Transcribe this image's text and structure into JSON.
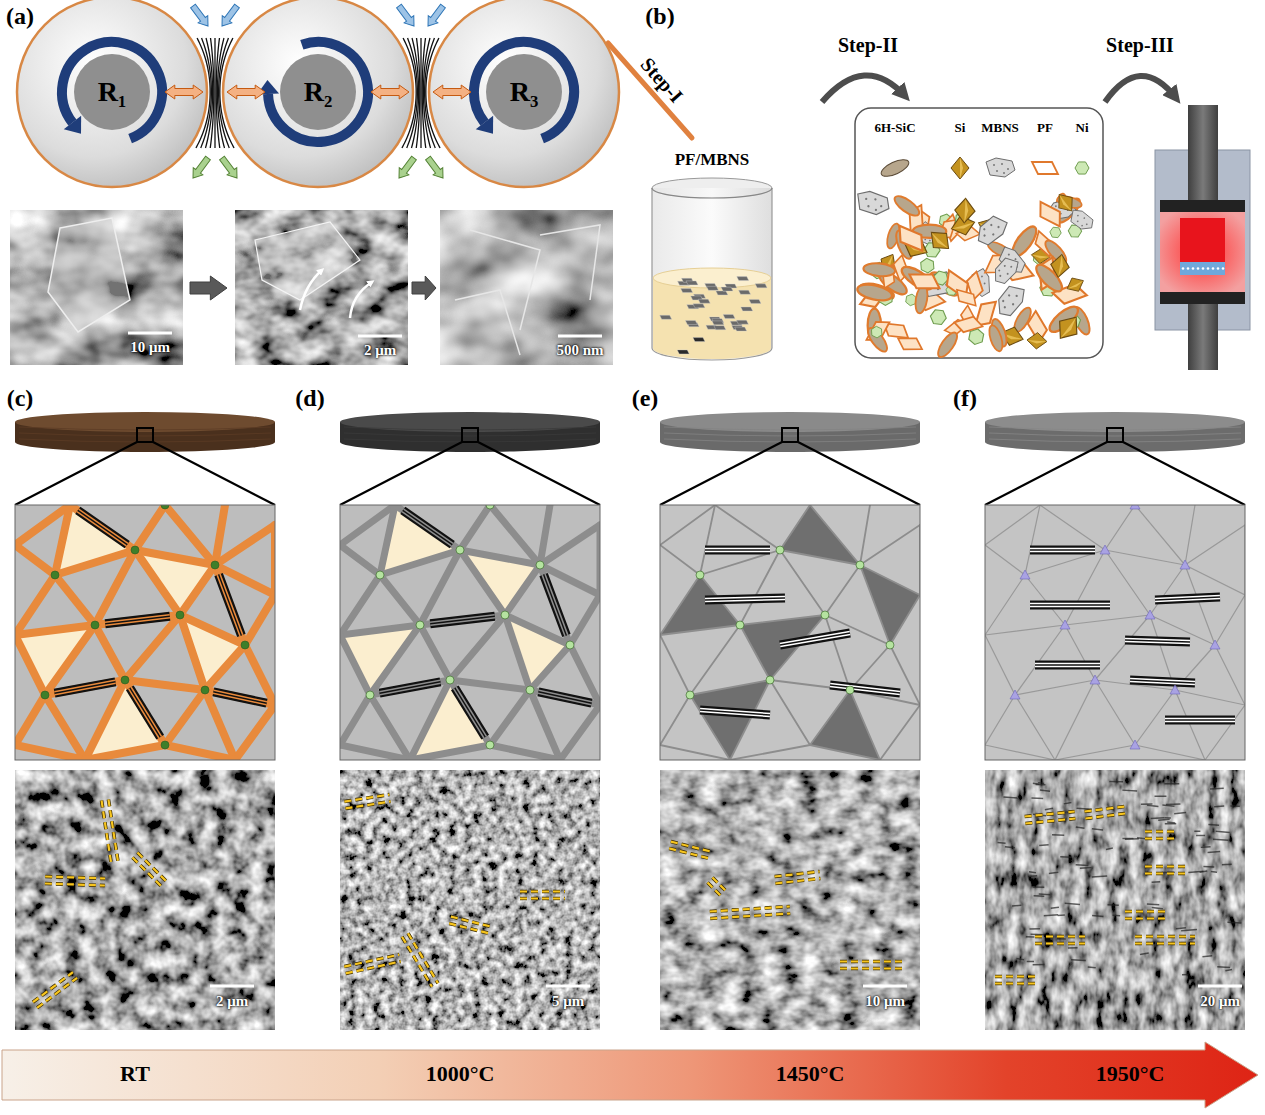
{
  "diagram": {
    "nodes": [
      {
        "text": [
          "R₁"
        ]
      },
      {
        "text": [
          "R₂"
        ]
      },
      {
        "text": [
          "R₃"
        ]
      },
      {
        "text": [
          "PF/MBNS"
        ]
      },
      {
        "text": [
          "RT",
          "1000°C",
          "1450°C",
          "1950°C"
        ]
      }
    ],
    "labels": [
      "(a)",
      "Step-I",
      "10 μm",
      "2 μm",
      "500 nm",
      "(b)",
      "Step-II",
      "Step-III",
      "6H-SiC",
      "Si",
      "MBNS",
      "PF",
      "Ni",
      "(c)",
      "(d)",
      "(e)",
      "(f)",
      "2 μm",
      "5 μm",
      "10 μm",
      "20 μm"
    ]
  }
}
